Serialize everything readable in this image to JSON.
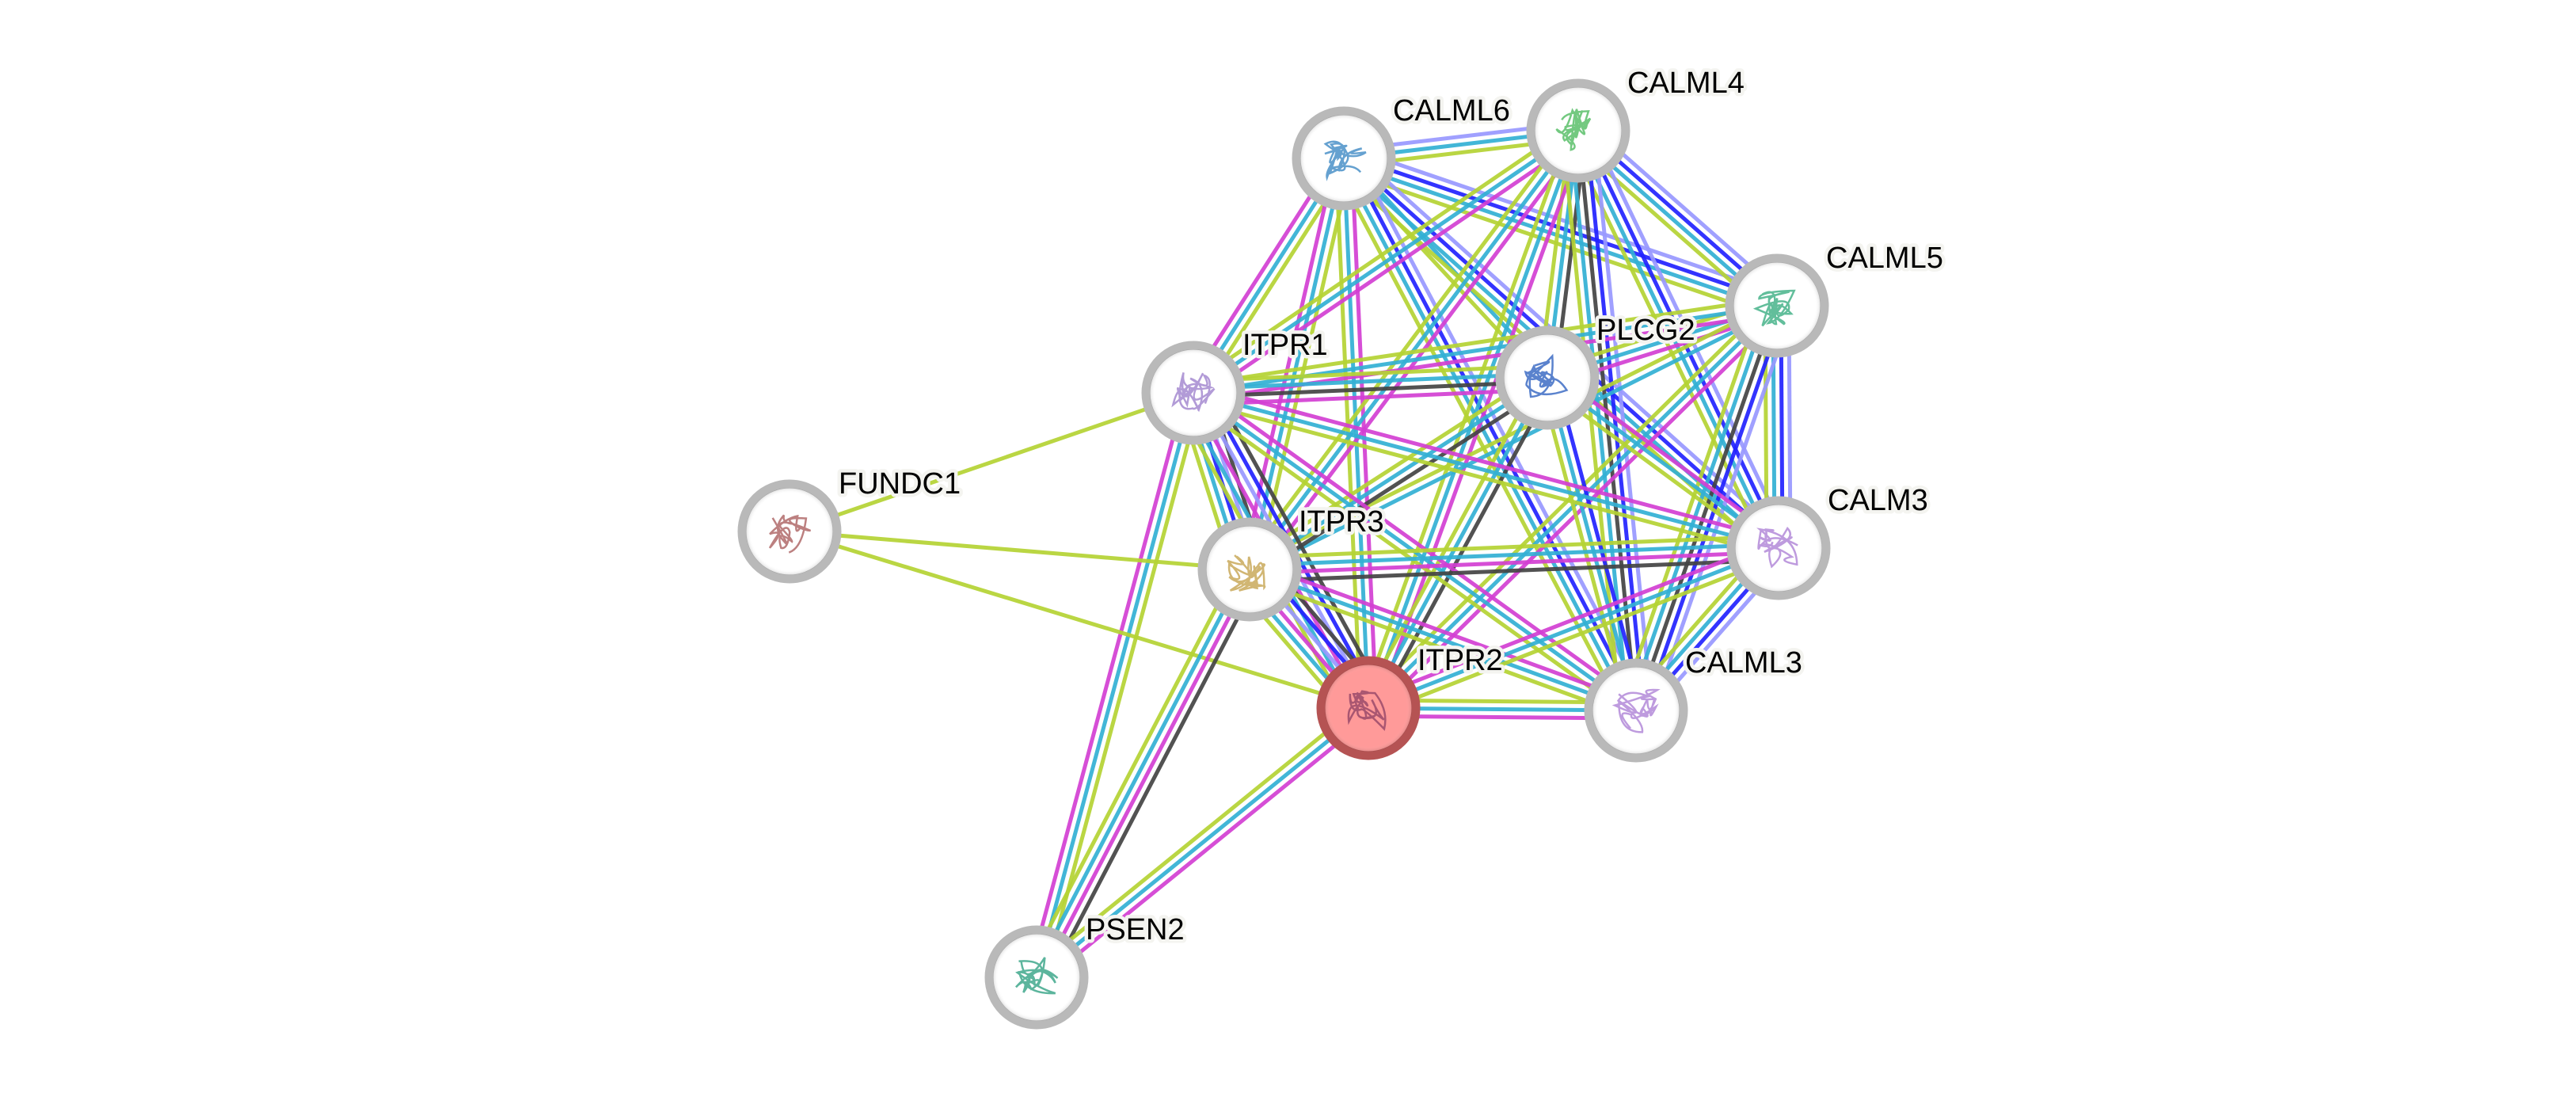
{
  "diagram": {
    "type": "protein-interaction-network",
    "query_protein": "ITPR2",
    "colors": {
      "experiments": "#d33fd3",
      "databases": "#33b0d4",
      "textmining": "#b5d334",
      "coexpression": "#444444",
      "homology": "#9999ff",
      "gene_fusion": "#2222ff",
      "node_ring": "#b9b9b9",
      "query_fill": "#ff9a99",
      "query_ring": "#b55353"
    },
    "nodes": [
      {
        "id": "CALML6",
        "label": "CALML6",
        "structure_color": "#4a90c8"
      },
      {
        "id": "CALML4",
        "label": "CALML4",
        "structure_color": "#5bbf6a"
      },
      {
        "id": "CALML5",
        "label": "CALML5",
        "structure_color": "#46b38a"
      },
      {
        "id": "PLCG2",
        "label": "PLCG2",
        "structure_color": "#3d6cc4"
      },
      {
        "id": "ITPR1",
        "label": "ITPR1",
        "structure_color": "#a58ad0"
      },
      {
        "id": "FUNDC1",
        "label": "FUNDC1",
        "structure_color": "#b06a6a"
      },
      {
        "id": "ITPR3",
        "label": "ITPR3",
        "structure_color": "#c9a95a"
      },
      {
        "id": "CALM3",
        "label": "CALM3",
        "structure_color": "#b38ad8"
      },
      {
        "id": "ITPR2",
        "label": "ITPR2",
        "structure_color": "#9a4a6a",
        "query": true
      },
      {
        "id": "CALML3",
        "label": "CALML3",
        "structure_color": "#b38ad8"
      },
      {
        "id": "PSEN2",
        "label": "PSEN2",
        "structure_color": "#3fa88c"
      }
    ],
    "edges": [
      {
        "a": "CALML6",
        "b": "CALML4",
        "channels": [
          "homology",
          "databases",
          "textmining"
        ]
      },
      {
        "a": "CALML6",
        "b": "CALML5",
        "channels": [
          "homology",
          "gene_fusion",
          "databases",
          "textmining"
        ]
      },
      {
        "a": "CALML6",
        "b": "PLCG2",
        "channels": [
          "databases",
          "textmining"
        ]
      },
      {
        "a": "CALML6",
        "b": "ITPR1",
        "channels": [
          "textmining",
          "databases",
          "experiments"
        ]
      },
      {
        "a": "CALML6",
        "b": "ITPR3",
        "channels": [
          "textmining",
          "databases",
          "experiments"
        ]
      },
      {
        "a": "CALML6",
        "b": "CALM3",
        "channels": [
          "homology",
          "gene_fusion",
          "databases",
          "textmining"
        ]
      },
      {
        "a": "CALML6",
        "b": "ITPR2",
        "channels": [
          "experiments",
          "databases",
          "textmining"
        ]
      },
      {
        "a": "CALML6",
        "b": "CALML3",
        "channels": [
          "homology",
          "gene_fusion",
          "databases",
          "textmining"
        ]
      },
      {
        "a": "CALML4",
        "b": "CALML5",
        "channels": [
          "homology",
          "gene_fusion",
          "databases",
          "textmining"
        ]
      },
      {
        "a": "CALML4",
        "b": "PLCG2",
        "channels": [
          "coexpression",
          "databases",
          "textmining"
        ]
      },
      {
        "a": "CALML4",
        "b": "ITPR1",
        "channels": [
          "experiments",
          "databases",
          "textmining"
        ]
      },
      {
        "a": "CALML4",
        "b": "ITPR3",
        "channels": [
          "experiments",
          "databases",
          "textmining"
        ]
      },
      {
        "a": "CALML4",
        "b": "CALM3",
        "channels": [
          "homology",
          "gene_fusion",
          "databases",
          "textmining"
        ]
      },
      {
        "a": "CALML4",
        "b": "ITPR2",
        "channels": [
          "experiments",
          "databases",
          "textmining"
        ]
      },
      {
        "a": "CALML4",
        "b": "CALML3",
        "channels": [
          "homology",
          "gene_fusion",
          "coexpression",
          "databases",
          "textmining"
        ]
      },
      {
        "a": "CALML5",
        "b": "PLCG2",
        "channels": [
          "experiments",
          "databases",
          "textmining"
        ]
      },
      {
        "a": "CALML5",
        "b": "ITPR1",
        "channels": [
          "experiments",
          "databases",
          "textmining"
        ]
      },
      {
        "a": "CALML5",
        "b": "ITPR3",
        "channels": [
          "databases",
          "textmining"
        ]
      },
      {
        "a": "CALML5",
        "b": "CALM3",
        "channels": [
          "homology",
          "gene_fusion",
          "databases",
          "textmining"
        ]
      },
      {
        "a": "CALML5",
        "b": "ITPR2",
        "channels": [
          "experiments",
          "databases",
          "textmining"
        ]
      },
      {
        "a": "CALML5",
        "b": "CALML3",
        "channels": [
          "homology",
          "gene_fusion",
          "coexpression",
          "databases",
          "textmining"
        ]
      },
      {
        "a": "PLCG2",
        "b": "ITPR1",
        "channels": [
          "experiments",
          "coexpression",
          "databases",
          "textmining"
        ]
      },
      {
        "a": "PLCG2",
        "b": "ITPR3",
        "channels": [
          "coexpression",
          "databases",
          "textmining"
        ]
      },
      {
        "a": "PLCG2",
        "b": "ITPR2",
        "channels": [
          "coexpression",
          "databases",
          "textmining"
        ]
      },
      {
        "a": "PLCG2",
        "b": "CALM3",
        "channels": [
          "experiments",
          "databases",
          "textmining"
        ]
      },
      {
        "a": "PLCG2",
        "b": "CALML3",
        "channels": [
          "gene_fusion",
          "databases",
          "textmining"
        ]
      },
      {
        "a": "ITPR1",
        "b": "FUNDC1",
        "channels": [
          "textmining"
        ]
      },
      {
        "a": "ITPR1",
        "b": "ITPR3",
        "channels": [
          "coexpression",
          "homology",
          "gene_fusion",
          "databases",
          "textmining"
        ]
      },
      {
        "a": "ITPR1",
        "b": "ITPR2",
        "channels": [
          "coexpression",
          "gene_fusion",
          "homology",
          "experiments",
          "databases",
          "textmining"
        ]
      },
      {
        "a": "ITPR1",
        "b": "CALM3",
        "channels": [
          "experiments",
          "databases",
          "textmining"
        ]
      },
      {
        "a": "ITPR1",
        "b": "CALML3",
        "channels": [
          "experiments",
          "databases",
          "textmining"
        ]
      },
      {
        "a": "ITPR1",
        "b": "PSEN2",
        "channels": [
          "textmining",
          "databases",
          "experiments"
        ]
      },
      {
        "a": "FUNDC1",
        "b": "ITPR3",
        "channels": [
          "textmining"
        ]
      },
      {
        "a": "FUNDC1",
        "b": "ITPR2",
        "channels": [
          "textmining"
        ]
      },
      {
        "a": "ITPR3",
        "b": "ITPR2",
        "channels": [
          "coexpression",
          "gene_fusion",
          "homology",
          "experiments",
          "databases",
          "textmining"
        ]
      },
      {
        "a": "ITPR3",
        "b": "CALM3",
        "channels": [
          "textmining",
          "databases",
          "experiments",
          "coexpression"
        ]
      },
      {
        "a": "ITPR3",
        "b": "CALML3",
        "channels": [
          "experiments",
          "databases",
          "textmining"
        ]
      },
      {
        "a": "ITPR3",
        "b": "PSEN2",
        "channels": [
          "coexpression",
          "experiments",
          "databases",
          "textmining"
        ]
      },
      {
        "a": "ITPR2",
        "b": "CALM3",
        "channels": [
          "experiments",
          "databases",
          "textmining"
        ]
      },
      {
        "a": "ITPR2",
        "b": "CALML3",
        "channels": [
          "textmining",
          "databases",
          "experiments"
        ]
      },
      {
        "a": "ITPR2",
        "b": "PSEN2",
        "channels": [
          "experiments",
          "databases",
          "textmining"
        ]
      },
      {
        "a": "CALM3",
        "b": "CALML3",
        "channels": [
          "homology",
          "gene_fusion",
          "databases",
          "textmining"
        ]
      }
    ]
  }
}
